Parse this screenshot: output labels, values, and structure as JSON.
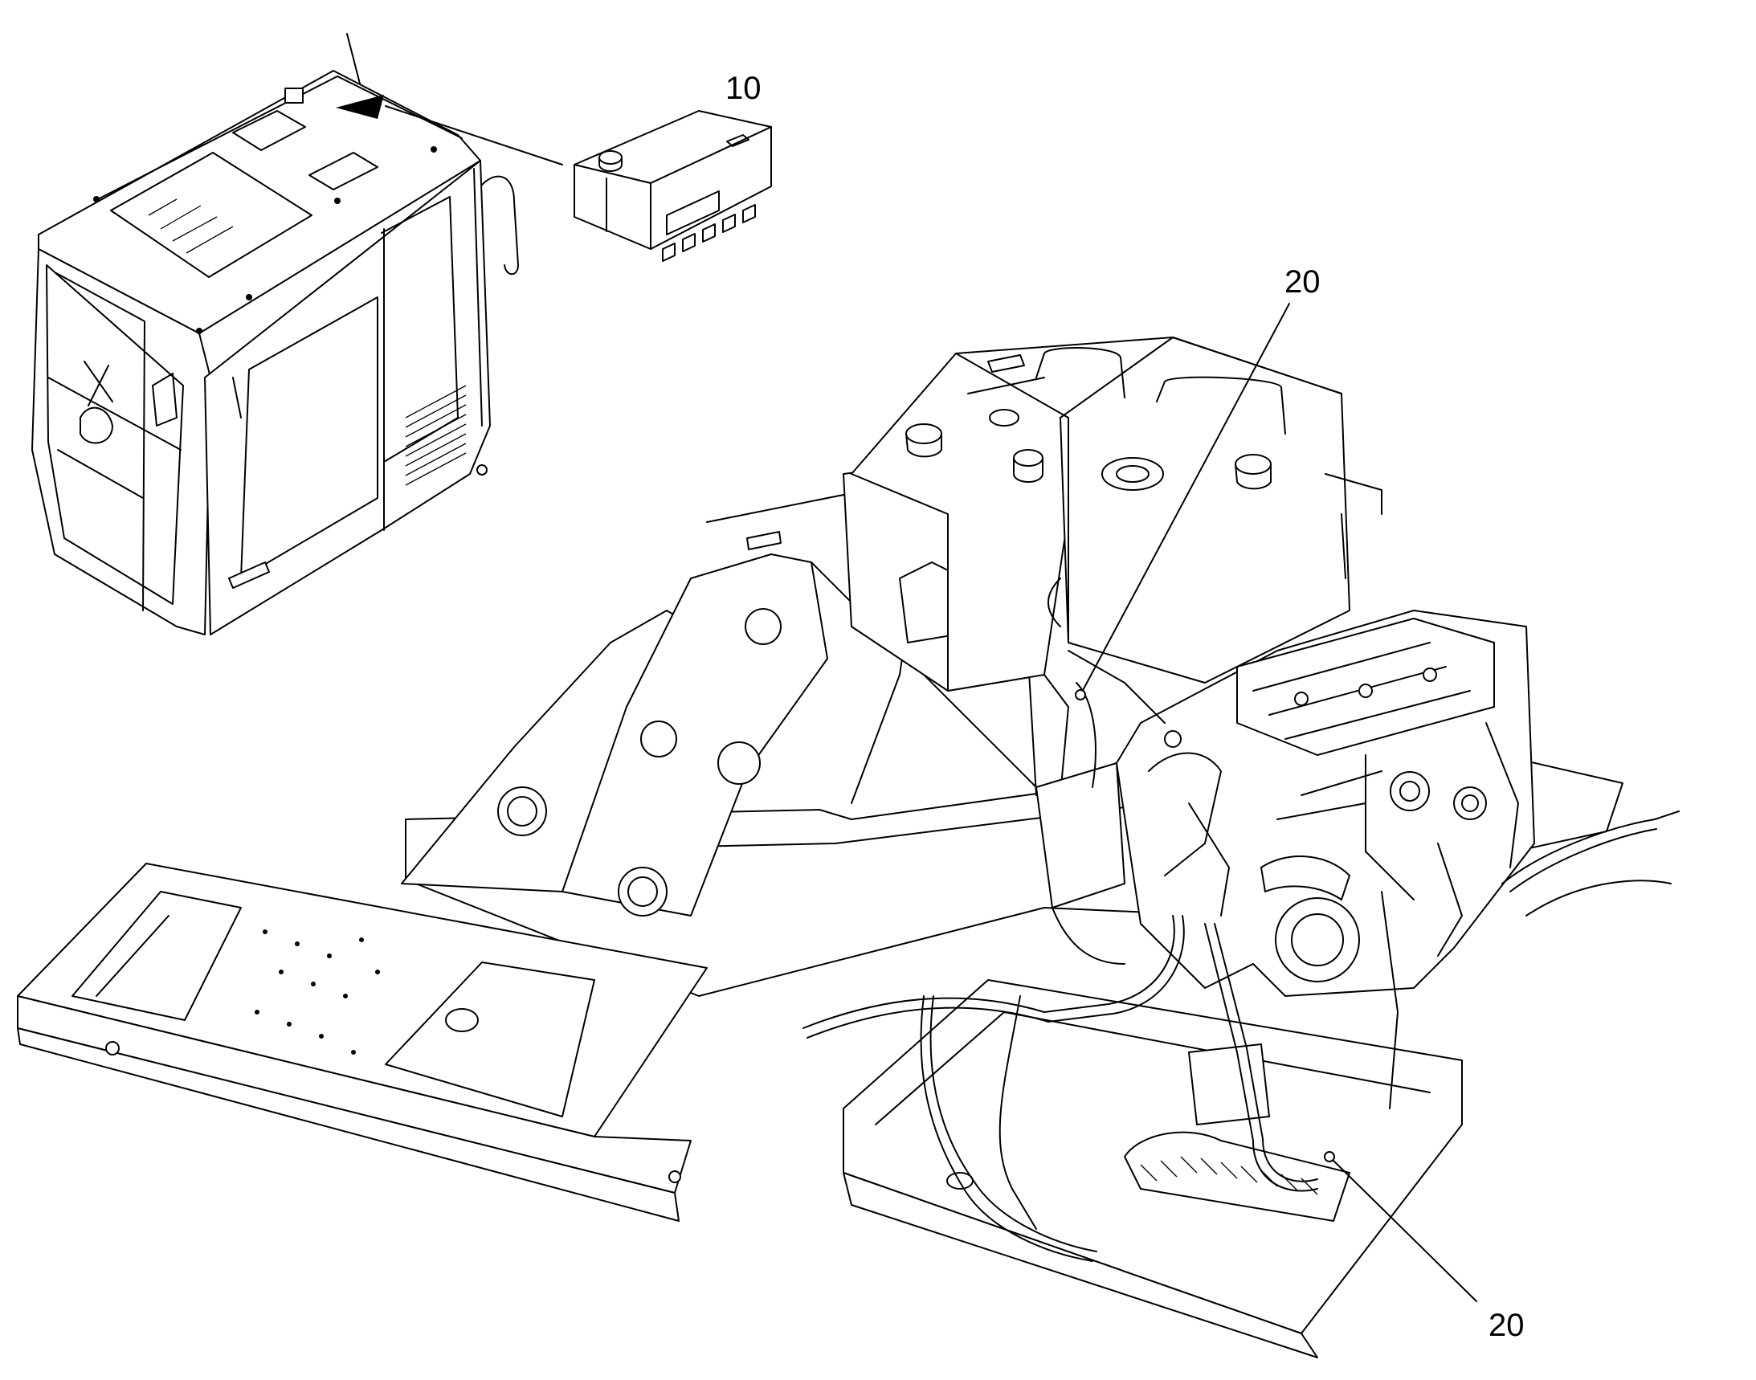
{
  "callouts": [
    {
      "id": "callout-10",
      "label": "10"
    },
    {
      "id": "callout-20-upper",
      "label": "20"
    },
    {
      "id": "callout-20-lower",
      "label": "20"
    }
  ],
  "colors": {
    "line": "#000000",
    "background": "#ffffff"
  }
}
